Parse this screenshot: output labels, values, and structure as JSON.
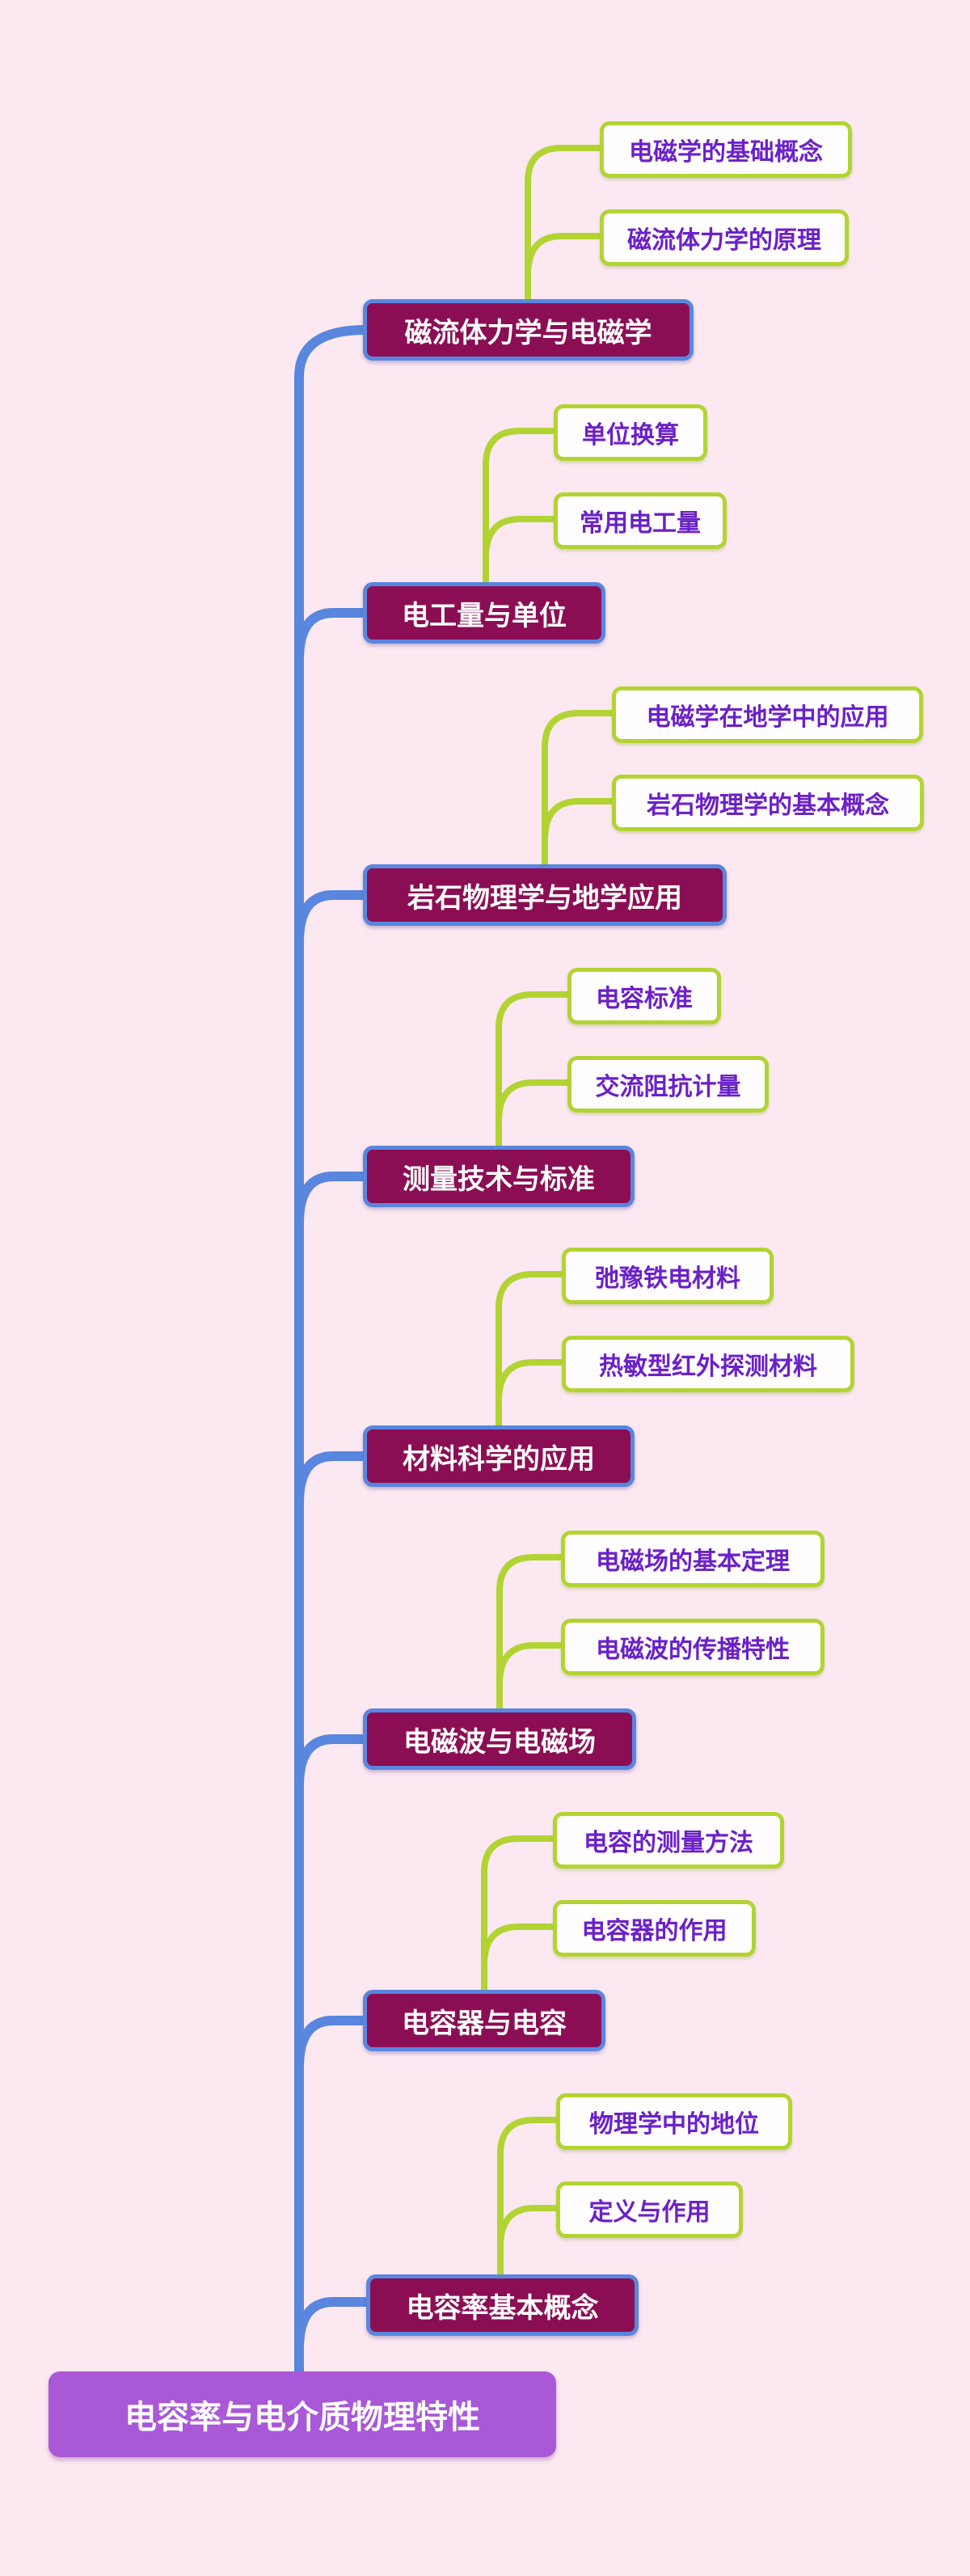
{
  "root": {
    "label": "电容率与电介质物理特性"
  },
  "branches": [
    {
      "label": "磁流体力学与电磁学",
      "children": [
        {
          "label": "电磁学的基础概念"
        },
        {
          "label": "磁流体力学的原理"
        }
      ]
    },
    {
      "label": "电工量与单位",
      "children": [
        {
          "label": "单位换算"
        },
        {
          "label": "常用电工量"
        }
      ]
    },
    {
      "label": "岩石物理学与地学应用",
      "children": [
        {
          "label": "电磁学在地学中的应用"
        },
        {
          "label": "岩石物理学的基本概念"
        }
      ]
    },
    {
      "label": "测量技术与标准",
      "children": [
        {
          "label": "电容标准"
        },
        {
          "label": "交流阻抗计量"
        }
      ]
    },
    {
      "label": "材料科学的应用",
      "children": [
        {
          "label": "弛豫铁电材料"
        },
        {
          "label": "热敏型红外探测材料"
        }
      ]
    },
    {
      "label": "电磁波与电磁场",
      "children": [
        {
          "label": "电磁场的基本定理"
        },
        {
          "label": "电磁波的传播特性"
        }
      ]
    },
    {
      "label": "电容器与电容",
      "children": [
        {
          "label": "电容的测量方法"
        },
        {
          "label": "电容器的作用"
        }
      ]
    },
    {
      "label": "电容率基本概念",
      "children": [
        {
          "label": "物理学中的地位"
        },
        {
          "label": "定义与作用"
        }
      ]
    }
  ],
  "colors": {
    "background": "#FBE8F1",
    "trunk_blue": "#5986DE",
    "branch_fill": "#8B0E54",
    "branch_border": "#5986DE",
    "branch_text": "#FFFFFF",
    "leaf_fill": "#FFFDFE",
    "leaf_border": "#B2D433",
    "leaf_text": "#6B21C8",
    "root_fill": "#A958D8",
    "root_text": "#FFFFFF"
  }
}
